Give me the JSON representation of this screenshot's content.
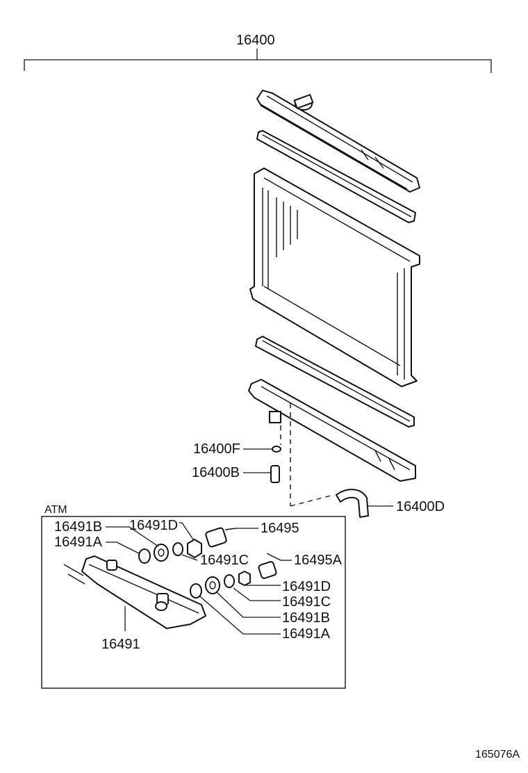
{
  "assembly_label": "16400",
  "parts": {
    "drain_gasket": "16400F",
    "drain_cock": "16400B",
    "hose": "16400D",
    "cooler_gasket_b_top": "16491B",
    "cooler_nut_d_top": "16491D",
    "pipe_union": "16495",
    "cooler_gasket_a_top": "16491A",
    "cooler_washer_c_top": "16491C",
    "pipe_union_a": "16495A",
    "cooler_nut_d_bottom": "16491D",
    "cooler_washer_c_bottom": "16491C",
    "cooler_gasket_b_bottom": "16491B",
    "cooler_gasket_a_bottom": "16491A",
    "oil_cooler": "16491"
  },
  "inset_label": "ATM",
  "figure_code": "165076A"
}
